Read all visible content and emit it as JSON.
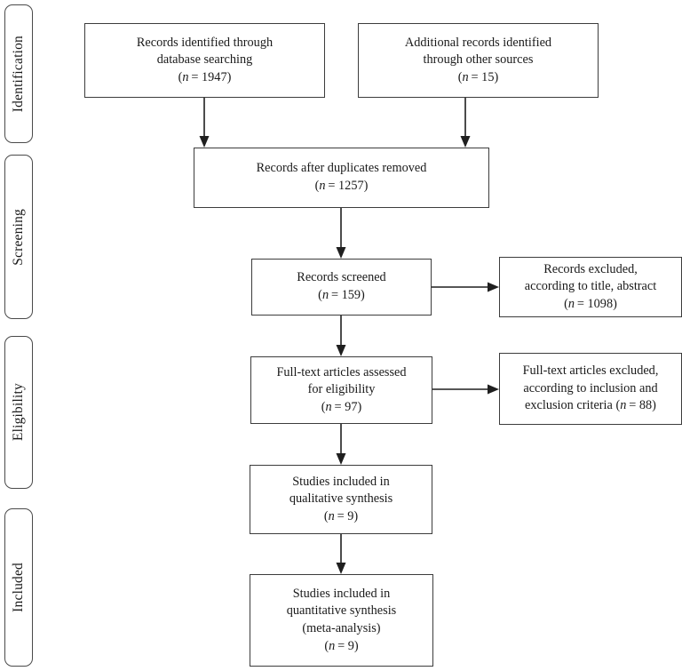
{
  "diagram": {
    "type": "prisma-flow-diagram",
    "background_color": "#ffffff",
    "box_border_color": "#3c3c3c",
    "pill_border_color": "#4a4a4a",
    "connector_color": "#1f1f1f"
  },
  "stages": [
    {
      "id": "identification",
      "label": "Identification"
    },
    {
      "id": "screening",
      "label": "Screening"
    },
    {
      "id": "eligibility",
      "label": "Eligibility"
    },
    {
      "id": "included",
      "label": "Included"
    }
  ],
  "boxes": [
    {
      "id": "records-identified-database",
      "text": "Records identified through\ndatabase searching\n(n = 1947)",
      "count": 1947
    },
    {
      "id": "additional-records-other-sources",
      "text": "Additional records identified\nthrough other sources\n(n = 15)",
      "count": 15
    },
    {
      "id": "records-after-duplicates-removed",
      "text": "Records after duplicates removed\n(n = 1257)",
      "count": 1257
    },
    {
      "id": "records-screened",
      "text": "Records screened\n(n = 159)",
      "count": 159
    },
    {
      "id": "records-excluded",
      "text": "Records excluded,\naccording to title, abstract\n(n = 1098)",
      "count": 1098
    },
    {
      "id": "full-text-assessed",
      "text": "Full-text articles assessed\nfor eligibility\n(n = 97)",
      "count": 97
    },
    {
      "id": "full-text-excluded",
      "text": "Full-text articles excluded,\naccording to inclusion and\nexclusion criteria (n = 88)",
      "count": 88
    },
    {
      "id": "studies-qualitative",
      "text": "Studies included in\nqualitative synthesis\n(n = 9)",
      "count": 9
    },
    {
      "id": "studies-quantitative",
      "text": "Studies included in\nquantitative synthesis\n(meta-analysis)\n(n = 9)",
      "count": 9
    }
  ]
}
